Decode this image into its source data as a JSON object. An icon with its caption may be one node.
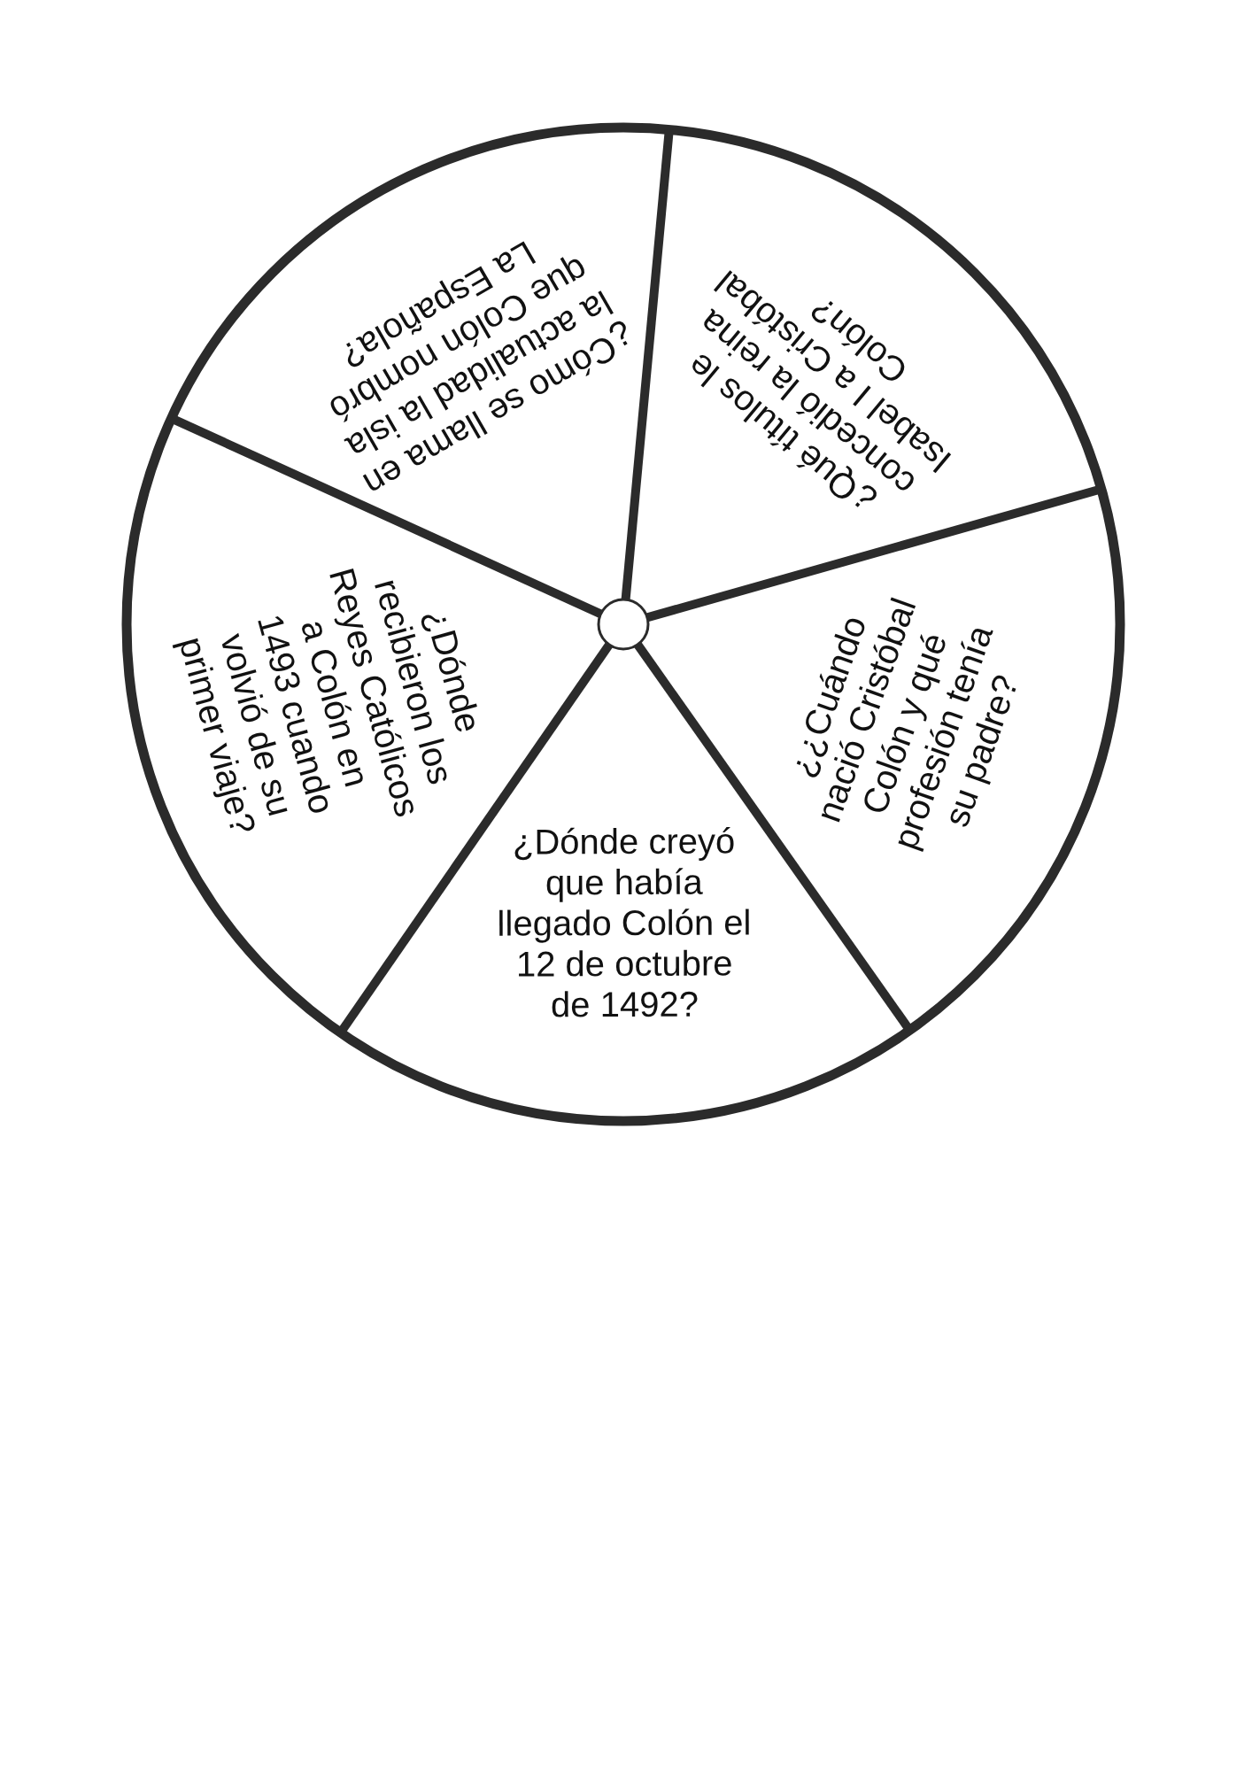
{
  "diagram": {
    "nodes": [
      {
        "text": [
          "¿Cómo se llama en la actualidad la isla que Colón nombró La Española?"
        ]
      },
      {
        "text": [
          "¿Qué títulos le concedió la reina Isabel I a Cristóbal Colón?"
        ]
      },
      {
        "text": [
          "¿Dónde recibieron los Reyes Católicos a Colón en 1493 cuando volvió de su primer viaje?"
        ]
      },
      {
        "text": [
          "¿¿Cuándo nació Cristóbal Colón y qué profesión tenía su padre?"
        ]
      },
      {
        "text": [
          "¿Dónde creyó que había llegado Colón el 12 de octubre de 1492?"
        ]
      }
    ]
  }
}
